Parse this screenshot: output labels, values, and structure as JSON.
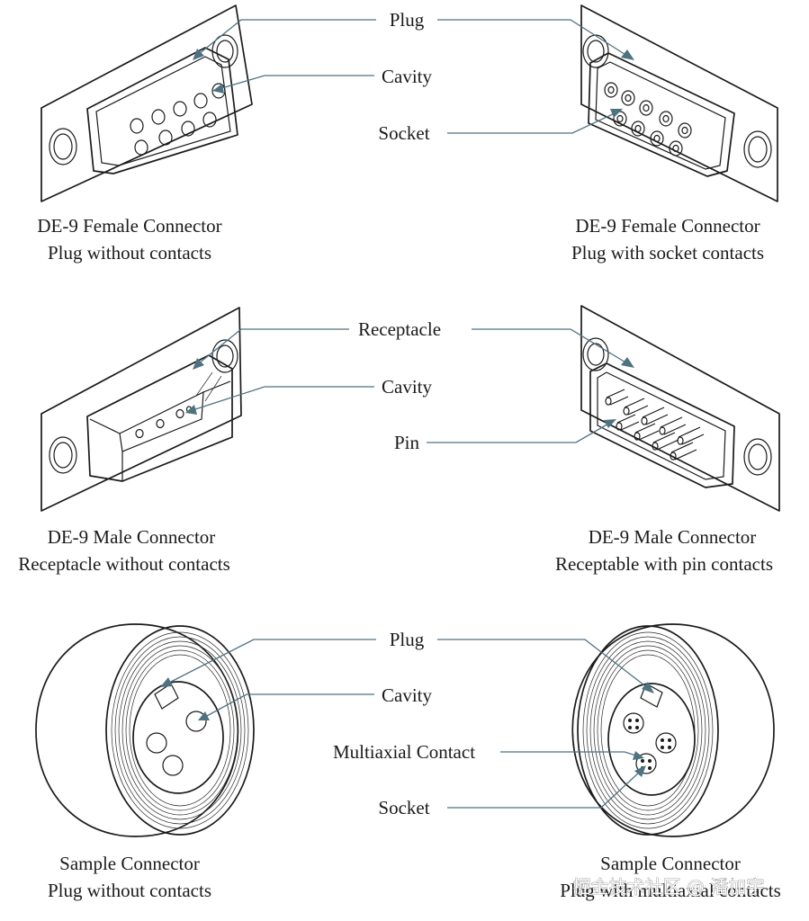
{
  "panels": [
    {
      "callouts": [
        "Plug",
        "Cavity",
        "Socket"
      ],
      "left_caption": [
        "DE-9 Female Connector",
        "Plug without contacts"
      ],
      "right_caption": [
        "DE-9 Female Connector",
        "Plug with socket contacts"
      ]
    },
    {
      "callouts": [
        "Receptacle",
        "Cavity",
        "Pin"
      ],
      "left_caption": [
        "DE-9 Male Connector",
        "Receptacle without contacts"
      ],
      "right_caption": [
        "DE-9 Male Connector",
        "Receptable with pin contacts"
      ]
    },
    {
      "callouts": [
        "Plug",
        "Cavity",
        "Multiaxial Contact",
        "Socket"
      ],
      "left_caption": [
        "Sample Connector",
        "Plug without contacts"
      ],
      "right_caption": [
        "Sample Connector",
        "Plug with multiaxial contacts"
      ]
    }
  ],
  "watermark": "掘金技术社区 @ 潘加宇",
  "colors": {
    "leader": "#4f7280",
    "ink": "#1b1b1b",
    "background": "#ffffff"
  }
}
